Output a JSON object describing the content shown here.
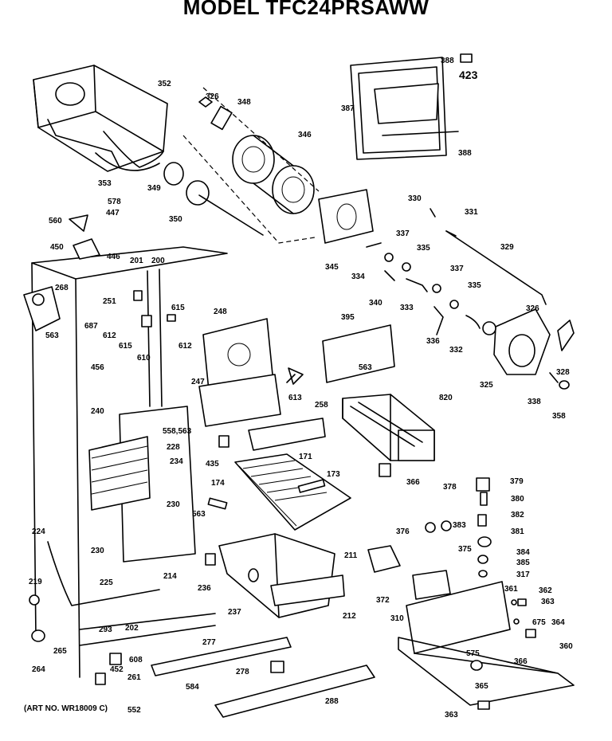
{
  "header": {
    "title": "MODEL TFC24PRSAWW"
  },
  "footer": {
    "art_no": "(ART NO. WR18009 C)"
  },
  "labels": [
    "352",
    "326",
    "348",
    "346",
    "387",
    "388",
    "423",
    "388",
    "353",
    "349",
    "350",
    "330",
    "331",
    "329",
    "578",
    "447",
    "560",
    "345",
    "337",
    "335",
    "334",
    "340",
    "333",
    "450",
    "446",
    "201",
    "200",
    "337",
    "335",
    "268",
    "251",
    "248",
    "326",
    "615",
    "687",
    "612",
    "395",
    "563",
    "615",
    "612",
    "610",
    "336",
    "332",
    "328",
    "325",
    "563",
    "456",
    "247",
    "613",
    "820",
    "338",
    "258",
    "240",
    "558,563",
    "228",
    "435",
    "171",
    "234",
    "173",
    "366",
    "378",
    "379",
    "174",
    "380",
    "230",
    "382",
    "563",
    "381",
    "376",
    "383",
    "375",
    "224",
    "230",
    "211",
    "384",
    "385",
    "317",
    "214",
    "372",
    "361",
    "362",
    "363",
    "219",
    "236",
    "237",
    "310",
    "225",
    "212",
    "675",
    "364",
    "202",
    "293",
    "265",
    "277",
    "360",
    "608",
    "264",
    "575",
    "366",
    "278",
    "452",
    "261",
    "584",
    "365",
    "288",
    "552",
    "363"
  ]
}
